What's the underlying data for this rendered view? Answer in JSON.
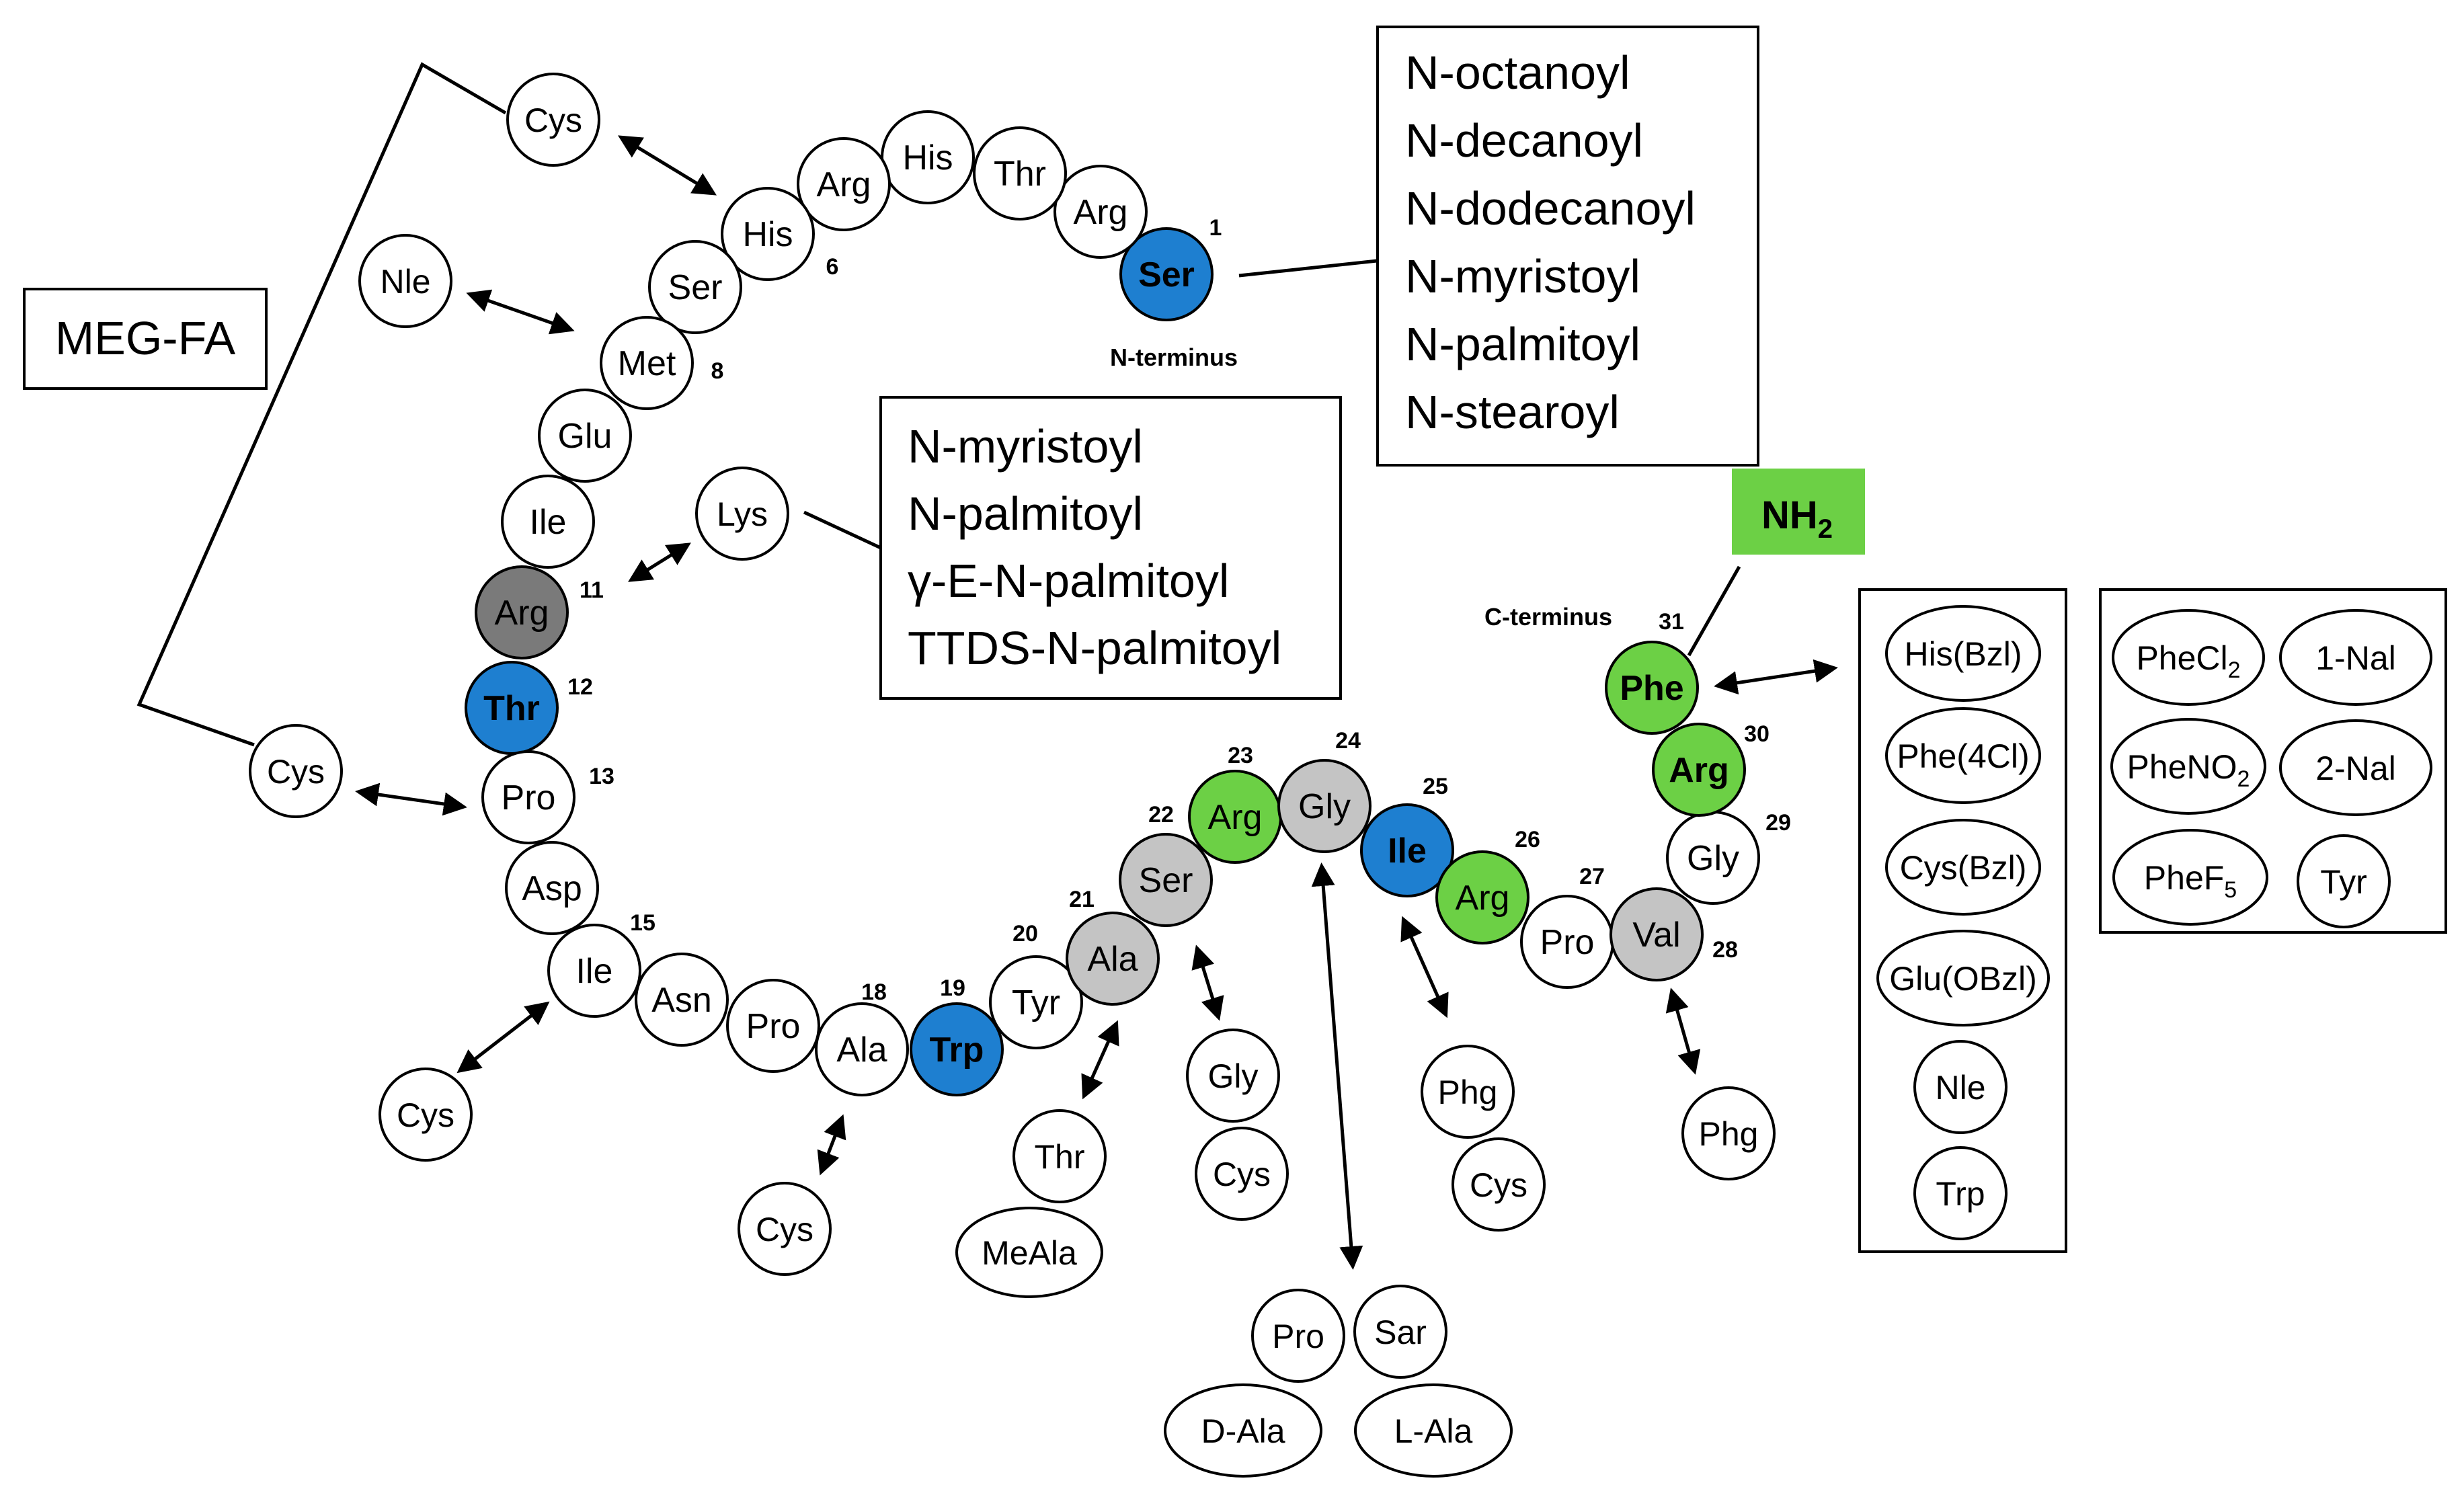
{
  "colors": {
    "blue": "#1e7fd0",
    "green": "#6cd045",
    "dark_grey": "#7a7a7a",
    "light_grey": "#c4c4c4",
    "white": "#ffffff",
    "stroke": "#000000"
  },
  "labels": {
    "meg_fa": "MEG-FA",
    "n_terminus": "N-terminus",
    "c_terminus": "C-terminus",
    "nh2": "NH",
    "nh2_sub": "2"
  },
  "n_term_modifications": [
    "N-octanoyl",
    "N-decanoyl",
    "N-dodecanoyl",
    "N-myristoyl",
    "N-palmitoyl",
    "N-stearoyl"
  ],
  "lys_modifications": [
    "N-myristoyl",
    "N-palmitoyl",
    "γ-E-N-palmitoyl",
    "TTDS-N-palmitoyl"
  ],
  "position_numbers": [
    "1",
    "6",
    "8",
    "11",
    "12",
    "13",
    "15",
    "18",
    "19",
    "20",
    "21",
    "22",
    "23",
    "24",
    "25",
    "26",
    "27",
    "28",
    "29",
    "30",
    "31"
  ],
  "residues": [
    {
      "label": "Ser",
      "color": "blue",
      "bold": true
    },
    {
      "label": "Arg",
      "color": "white",
      "bold": false
    },
    {
      "label": "Thr",
      "color": "white",
      "bold": false
    },
    {
      "label": "His",
      "color": "white",
      "bold": false
    },
    {
      "label": "Arg",
      "color": "white",
      "bold": false
    },
    {
      "label": "His",
      "color": "white",
      "bold": false
    },
    {
      "label": "Ser",
      "color": "white",
      "bold": false
    },
    {
      "label": "Met",
      "color": "white",
      "bold": false
    },
    {
      "label": "Glu",
      "color": "white",
      "bold": false
    },
    {
      "label": "Ile",
      "color": "white",
      "bold": false
    },
    {
      "label": "Arg",
      "color": "dark_grey",
      "bold": false
    },
    {
      "label": "Thr",
      "color": "blue",
      "bold": true
    },
    {
      "label": "Pro",
      "color": "white",
      "bold": false
    },
    {
      "label": "Asp",
      "color": "white",
      "bold": false
    },
    {
      "label": "Ile",
      "color": "white",
      "bold": false
    },
    {
      "label": "Asn",
      "color": "white",
      "bold": false
    },
    {
      "label": "Pro",
      "color": "white",
      "bold": false
    },
    {
      "label": "Ala",
      "color": "white",
      "bold": false
    },
    {
      "label": "Trp",
      "color": "blue",
      "bold": true
    },
    {
      "label": "Tyr",
      "color": "white",
      "bold": false
    },
    {
      "label": "Ala",
      "color": "light_grey",
      "bold": false
    },
    {
      "label": "Ser",
      "color": "light_grey",
      "bold": false
    },
    {
      "label": "Arg",
      "color": "green",
      "bold": false
    },
    {
      "label": "Gly",
      "color": "light_grey",
      "bold": false
    },
    {
      "label": "Ile",
      "color": "blue",
      "bold": true
    },
    {
      "label": "Arg",
      "color": "green",
      "bold": false
    },
    {
      "label": "Pro",
      "color": "white",
      "bold": false
    },
    {
      "label": "Val",
      "color": "light_grey",
      "bold": false
    },
    {
      "label": "Gly",
      "color": "white",
      "bold": false
    },
    {
      "label": "Arg",
      "color": "green",
      "bold": true
    },
    {
      "label": "Phe",
      "color": "green",
      "bold": true
    }
  ],
  "substitutions": {
    "cys_top": "Cys",
    "nle_top": "Nle",
    "lys": "Lys",
    "cys_left": "Cys",
    "cys_bottom_left": "Cys",
    "cys_18": "Cys",
    "thr_21": "Thr",
    "meala_21": "MeAla",
    "gly_22": "Gly",
    "cys_22": "Cys",
    "pro_24": "Pro",
    "sar_24": "Sar",
    "dala_24": "D-Ala",
    "lala_24": "L-Ala",
    "phg_25": "Phg",
    "cys_25": "Cys",
    "phg_28": "Phg"
  },
  "phe_box1": [
    "His(Bzl)",
    "Phe(4Cl)",
    "Cys(Bzl)",
    "Glu(OBzl)",
    "Nle",
    "Trp"
  ],
  "phe_box2": {
    "phecl2": "PheCl",
    "phecl2_sub": "2",
    "nal1": "1-Nal",
    "pheno2": "PheNO",
    "pheno2_sub": "2",
    "nal2": "2-Nal",
    "phef5": "PheF",
    "phef5_sub": "5",
    "tyr": "Tyr"
  }
}
